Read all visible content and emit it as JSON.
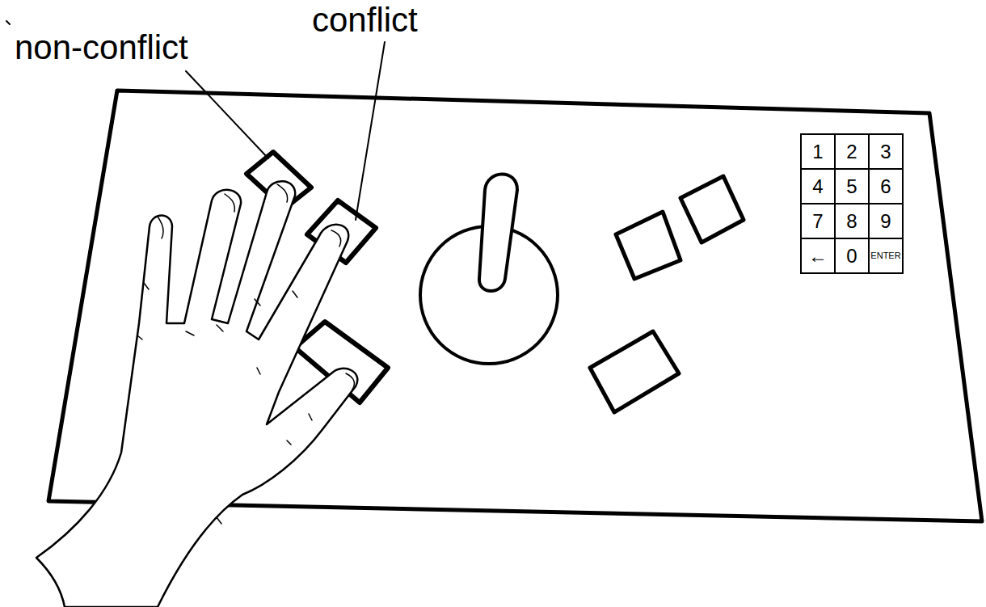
{
  "diagram": {
    "nodes": [
      {
        "text": [
          "1"
        ]
      },
      {
        "text": [
          "2"
        ]
      },
      {
        "text": [
          "3"
        ]
      },
      {
        "text": [
          "4"
        ]
      },
      {
        "text": [
          "5"
        ]
      },
      {
        "text": [
          "6"
        ]
      },
      {
        "text": [
          "7"
        ]
      },
      {
        "text": [
          "8"
        ]
      },
      {
        "text": [
          "9"
        ]
      },
      {
        "text": [
          "←"
        ]
      },
      {
        "text": [
          "0"
        ]
      },
      {
        "text": [
          "ENTER"
        ]
      }
    ],
    "labels": [
      "non-conflict",
      "conflict"
    ]
  }
}
